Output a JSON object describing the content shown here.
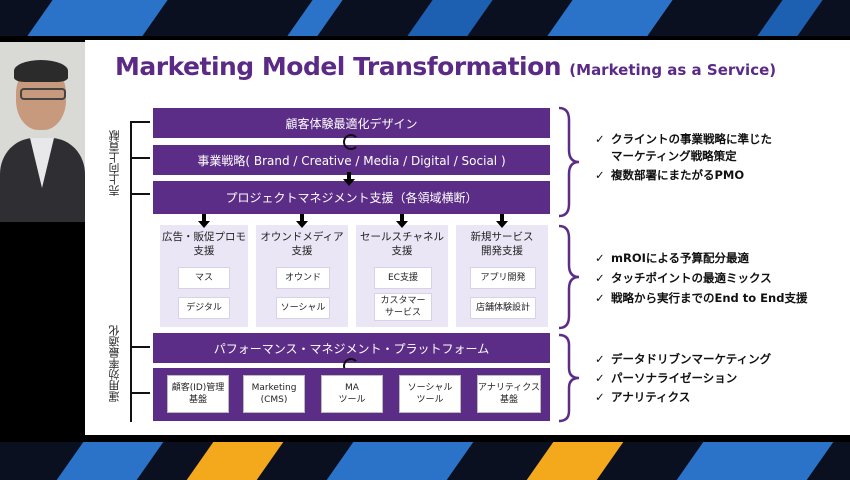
{
  "slide": {
    "title_main": "Marketing Model Transformation",
    "title_sub": "(Marketing as a Service)",
    "left_label_top": "売上向上貢献",
    "left_label_bottom": "運用効率最適化",
    "bar1": "顧客体験最適化デザイン",
    "bar2": "事業戦略( Brand / Creative / Media / Digital / Social )",
    "bar3": "プロジェクトマネジメント支援（各領域横断）",
    "columns": [
      {
        "title": "広告・販促プロモ\n支援",
        "items": [
          "マス",
          "デジタル"
        ]
      },
      {
        "title": "オウンドメディア\n支援",
        "items": [
          "オウンド",
          "ソーシャル"
        ]
      },
      {
        "title": "セールスチャネル\n支援",
        "items": [
          "EC支援",
          "カスタマー\nサービス"
        ]
      },
      {
        "title": "新規サービス\n開発支援",
        "items": [
          "アプリ開発",
          "店舗体験設計"
        ]
      }
    ],
    "platform_bar": "パフォーマンス・マネジメント・プラットフォーム",
    "platform_items": [
      "顧客(ID)管理\n基盤",
      "Marketing\n(CMS)",
      "MA\nツール",
      "ソーシャル\nツール",
      "アナリティクス\n基盤"
    ],
    "group1": [
      "クライントの事業戦略に準じた",
      "マーケティング戦略策定",
      "複数部署にまたがるPMO"
    ],
    "group2": [
      "mROIによる予算配分最適",
      "タッチポイントの最適ミックス",
      "戦略から実行までのEnd to End支援"
    ],
    "group3": [
      "データドリブンマーケティング",
      "パーソナライゼーション",
      "アナリティクス"
    ],
    "check_mark": "✓"
  },
  "colors": {
    "purple": "#5c2d87",
    "light_purple": "#ebe6f5",
    "stripe_blue": "#2a73c9",
    "stripe_yellow": "#f4a91c"
  }
}
